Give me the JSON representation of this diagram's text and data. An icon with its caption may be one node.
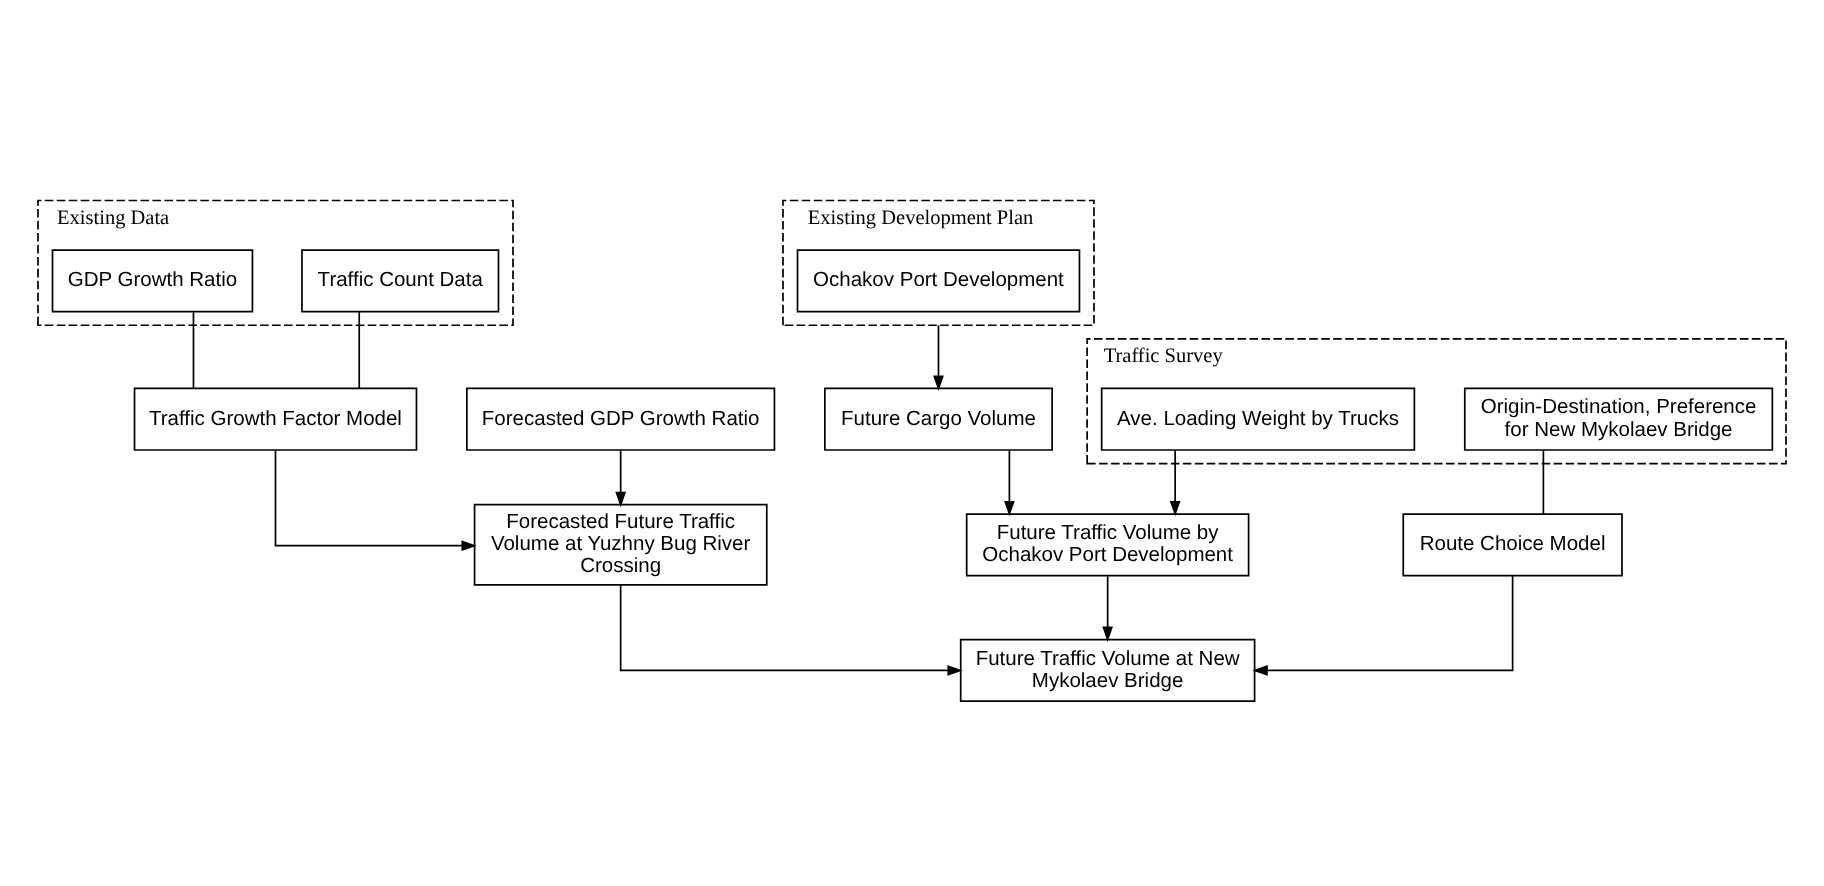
{
  "diagram": {
    "nodes": [
      {
        "text": [
          "Existing Data"
        ]
      },
      {
        "text": [
          "Traffic Count Data"
        ],
        "in": 0
      },
      {
        "text": [
          "GDP Growth Ratio"
        ],
        "in": 0
      },
      {
        "text": [
          "Existing Development Plan"
        ]
      },
      {
        "text": [
          "Ochakov Port Development"
        ],
        "in": 3
      },
      {
        "text": [
          "Traffic Growth Factor Model"
        ]
      },
      {
        "text": [
          "Forecasted GDP Growth Ratio"
        ]
      },
      {
        "text": [
          "Future Cargo Volume"
        ]
      },
      {
        "text": [
          "Traffic Survey"
        ]
      },
      {
        "text": [
          "Ave. Loading Weight by Trucks"
        ],
        "in": 8
      },
      {
        "text": [
          "Forecasted Future Traffic Volume at Yuzhny Bug River Crossing"
        ]
      },
      {
        "text": [
          "Future Traffic Volume by Ochakov Port Development"
        ]
      },
      {
        "text": [
          "Route Choice Model"
        ]
      },
      {
        "text": [
          "Origin-Destination, Preference for New Mykolaev Bridge"
        ],
        "in": 8
      },
      {
        "text": [
          "Future Traffic Volume at New Mykolaev Bridge"
        ]
      }
    ],
    "edges": [
      {
        "from": 1,
        "to": 5,
        "arrow": "none"
      },
      {
        "from": 2,
        "to": 5,
        "arrow": "none"
      },
      {
        "from": 5,
        "to": 10,
        "arrow": "to"
      },
      {
        "from": 6,
        "to": 10,
        "arrow": "to"
      },
      {
        "from": 3,
        "to": 7,
        "arrow": "to"
      },
      {
        "from": 7,
        "to": 11,
        "arrow": "to"
      },
      {
        "from": 9,
        "to": 11,
        "arrow": "to"
      },
      {
        "from": 10,
        "to": 14,
        "arrow": "to"
      },
      {
        "from": 11,
        "to": 14,
        "arrow": "to"
      },
      {
        "from": 13,
        "to": 12,
        "arrow": "none"
      },
      {
        "from": 12,
        "to": 14,
        "arrow": "to"
      }
    ]
  }
}
